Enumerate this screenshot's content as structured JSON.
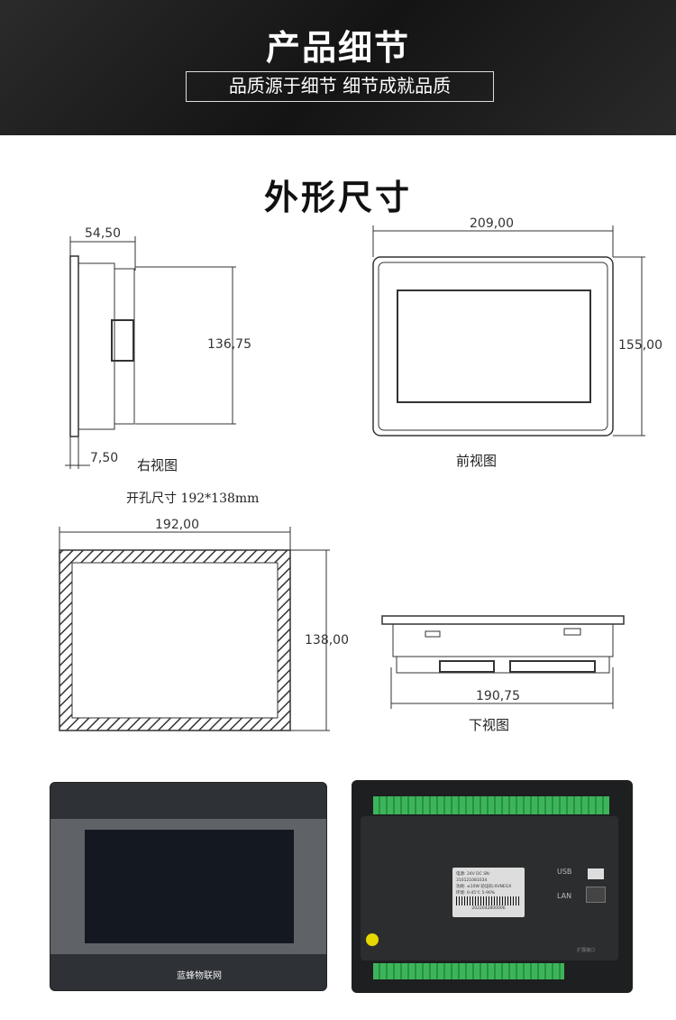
{
  "header": {
    "title": "产品细节",
    "subtitle": "品质源于细节 细节成就品质"
  },
  "section_title": "外形尺寸",
  "drawings": {
    "right_view": {
      "label": "右视图",
      "depth": "54,50",
      "height": "136,75",
      "flange": "7,50"
    },
    "front_view": {
      "label": "前视图",
      "width": "209,00",
      "height": "155,00"
    },
    "cutout": {
      "caption": "开孔尺寸 192*138mm",
      "width": "192,00",
      "height": "138,00"
    },
    "bottom_view": {
      "label": "下视图",
      "width": "190,75"
    }
  },
  "photos": {
    "front_logo": "蓝蜂物联网",
    "back": {
      "usb": "USB",
      "lan": "LAN",
      "label_lines": [
        "电源: 24V DC  SN: 310121081034",
        "功耗: ≤10W  验证码:XVNEGX",
        "环境: 0-45℃ 5-90%"
      ],
      "barcode_number": "2022042800006",
      "expansion": "扩展接口"
    }
  }
}
